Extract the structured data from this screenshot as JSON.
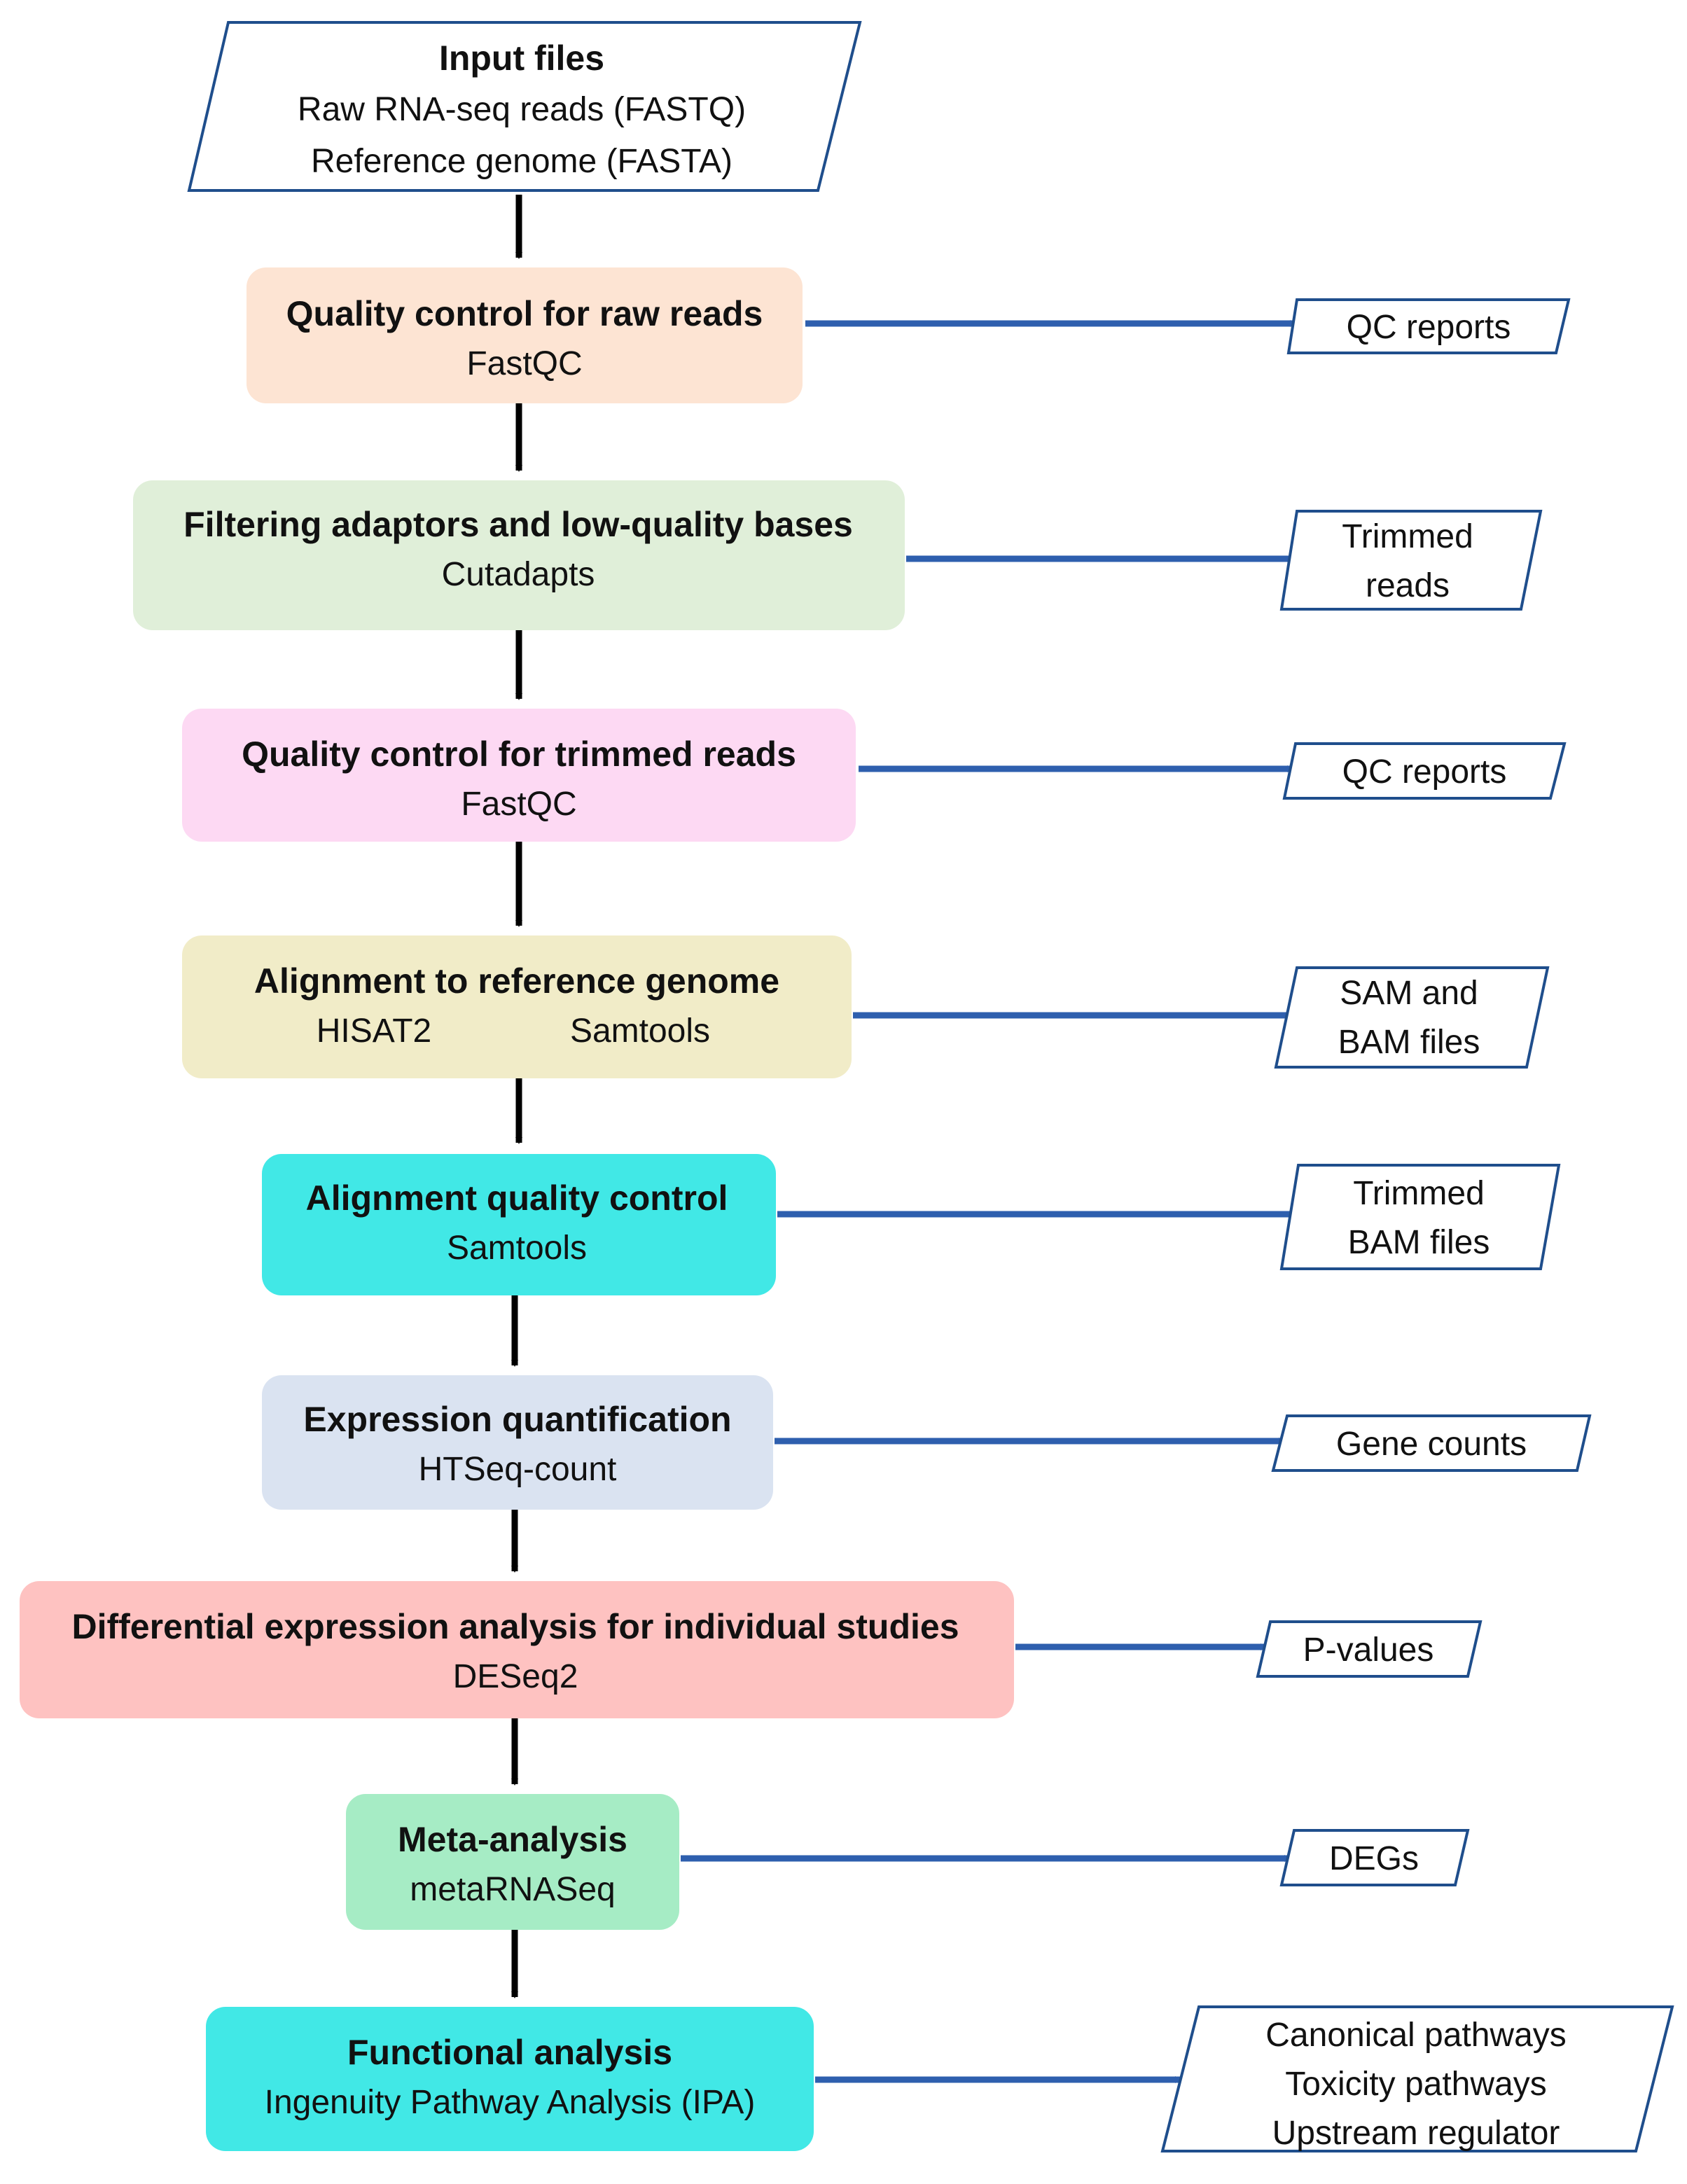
{
  "colors": {
    "step_fill": [
      "#fde4d3",
      "#e0efd9",
      "#fdd9f3",
      "#f1ecc8",
      "#41e8e6",
      "#dae3f1",
      "#fec2c1",
      "#a6ecc5",
      "#41e8e6"
    ],
    "output_stroke": "#1f4e8c",
    "side_arrow": "#2e5fae",
    "main_arrow": "#000000"
  },
  "input": {
    "title": "Input files",
    "lines": [
      "Raw RNA-seq reads (FASTQ)",
      "Reference genome (FASTA)"
    ]
  },
  "steps": [
    {
      "title": "Quality control for raw reads",
      "tools": [
        "FastQC"
      ],
      "output": [
        "QC reports"
      ]
    },
    {
      "title": "Filtering adaptors and low-quality bases",
      "tools": [
        "Cutadapts"
      ],
      "output": [
        "Trimmed",
        "reads"
      ]
    },
    {
      "title": "Quality control for trimmed reads",
      "tools": [
        "FastQC"
      ],
      "output": [
        "QC reports"
      ]
    },
    {
      "title": "Alignment to reference genome",
      "tools": [
        "HISAT2",
        "Samtools"
      ],
      "output": [
        "SAM and",
        "BAM files"
      ]
    },
    {
      "title": "Alignment quality control",
      "tools": [
        "Samtools"
      ],
      "output": [
        "Trimmed",
        "BAM files"
      ]
    },
    {
      "title": "Expression quantification",
      "tools": [
        "HTSeq-count"
      ],
      "output": [
        "Gene counts"
      ]
    },
    {
      "title": "Differential expression analysis for individual studies",
      "tools": [
        "DESeq2"
      ],
      "output": [
        "P-values"
      ]
    },
    {
      "title": "Meta-analysis",
      "tools": [
        "metaRNASeq"
      ],
      "output": [
        "DEGs"
      ]
    },
    {
      "title": "Functional analysis",
      "tools": [
        "Ingenuity Pathway Analysis (IPA)"
      ],
      "output": [
        "Canonical pathways",
        "Toxicity pathways",
        "Upstream regulator"
      ]
    }
  ]
}
